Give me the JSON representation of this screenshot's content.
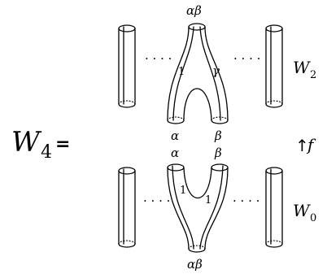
{
  "equation": {
    "lhs_symbol": "W",
    "lhs_subscript": "4",
    "equals": "="
  },
  "top_surface": {
    "name_symbol": "W",
    "name_subscript": "2",
    "top_label": "αβ",
    "left_bottom_label": "α",
    "right_bottom_label": "β",
    "left_inner_label": "1",
    "right_inner_label": "γ"
  },
  "bottom_surface": {
    "name_symbol": "W",
    "name_subscript": "0",
    "bottom_label": "αβ",
    "left_top_label": "α",
    "right_top_label": "β",
    "left_inner_label": "1",
    "right_inner_label": "1"
  },
  "morphism": {
    "label": "f",
    "arrow_glyph": "↑"
  },
  "ellipsis": "· · · ·"
}
